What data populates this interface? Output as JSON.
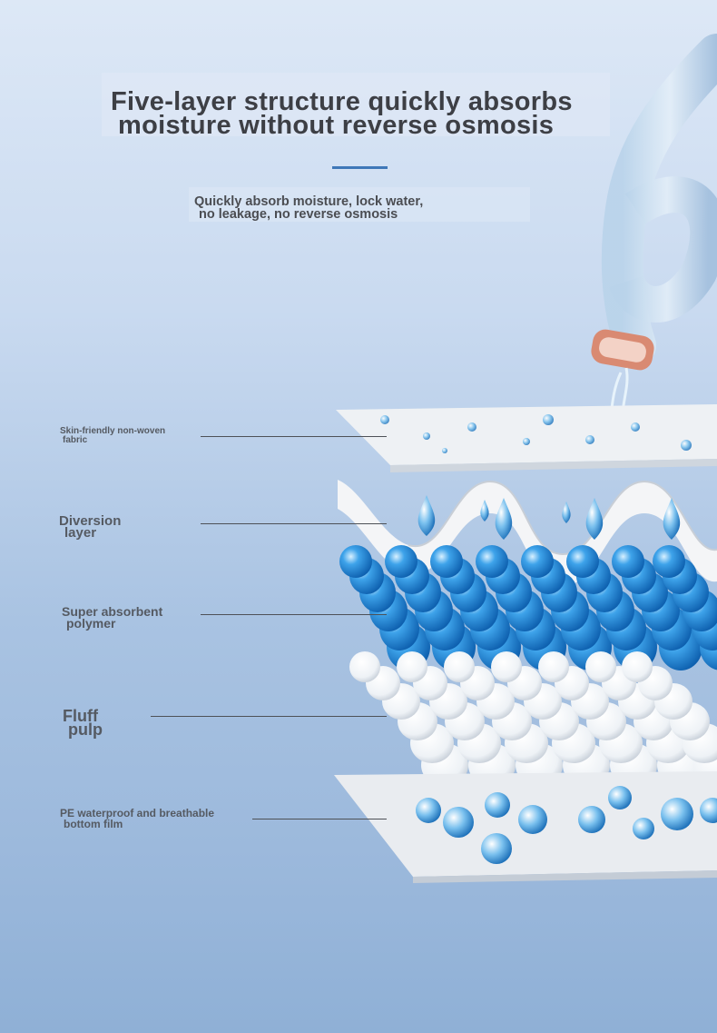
{
  "header": {
    "title_line1": "Five-layer structure quickly absorbs",
    "title_line2": "moisture without reverse osmosis",
    "subtitle_line1": "Quickly absorb moisture, lock water,",
    "subtitle_line2": "no leakage, no reverse osmosis"
  },
  "layers": [
    {
      "line1": "Skin-friendly non-woven",
      "line2": "fabric"
    },
    {
      "line1": "Diversion",
      "line2": "layer"
    },
    {
      "line1": "Super absorbent",
      "line2": "polymer"
    },
    {
      "line1": "Fluff",
      "line2": "pulp"
    },
    {
      "line1": "PE waterproof and breathable",
      "line2": "bottom film"
    }
  ],
  "colors": {
    "accent": "#3f77b8",
    "polymer_blue": "#2a8ad6",
    "sheet_white": "#f2f4f6"
  }
}
